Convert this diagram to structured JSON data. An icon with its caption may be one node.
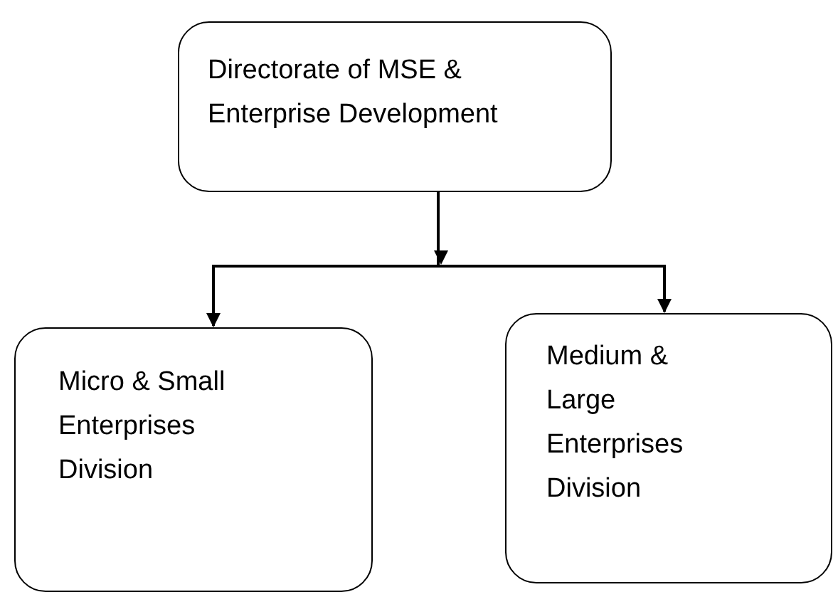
{
  "diagram": {
    "nodes": [
      {
        "text": [
          "Directorate of MSE & Enterprise Development"
        ]
      },
      {
        "text": [
          "Micro & Small Enterprises Division"
        ]
      },
      {
        "text": [
          "Medium & Large Enterprises Division"
        ]
      }
    ],
    "edges": [
      {
        "from": 0,
        "to": 1,
        "arrow": "to"
      },
      {
        "from": 0,
        "to": 2,
        "arrow": "to"
      }
    ]
  }
}
